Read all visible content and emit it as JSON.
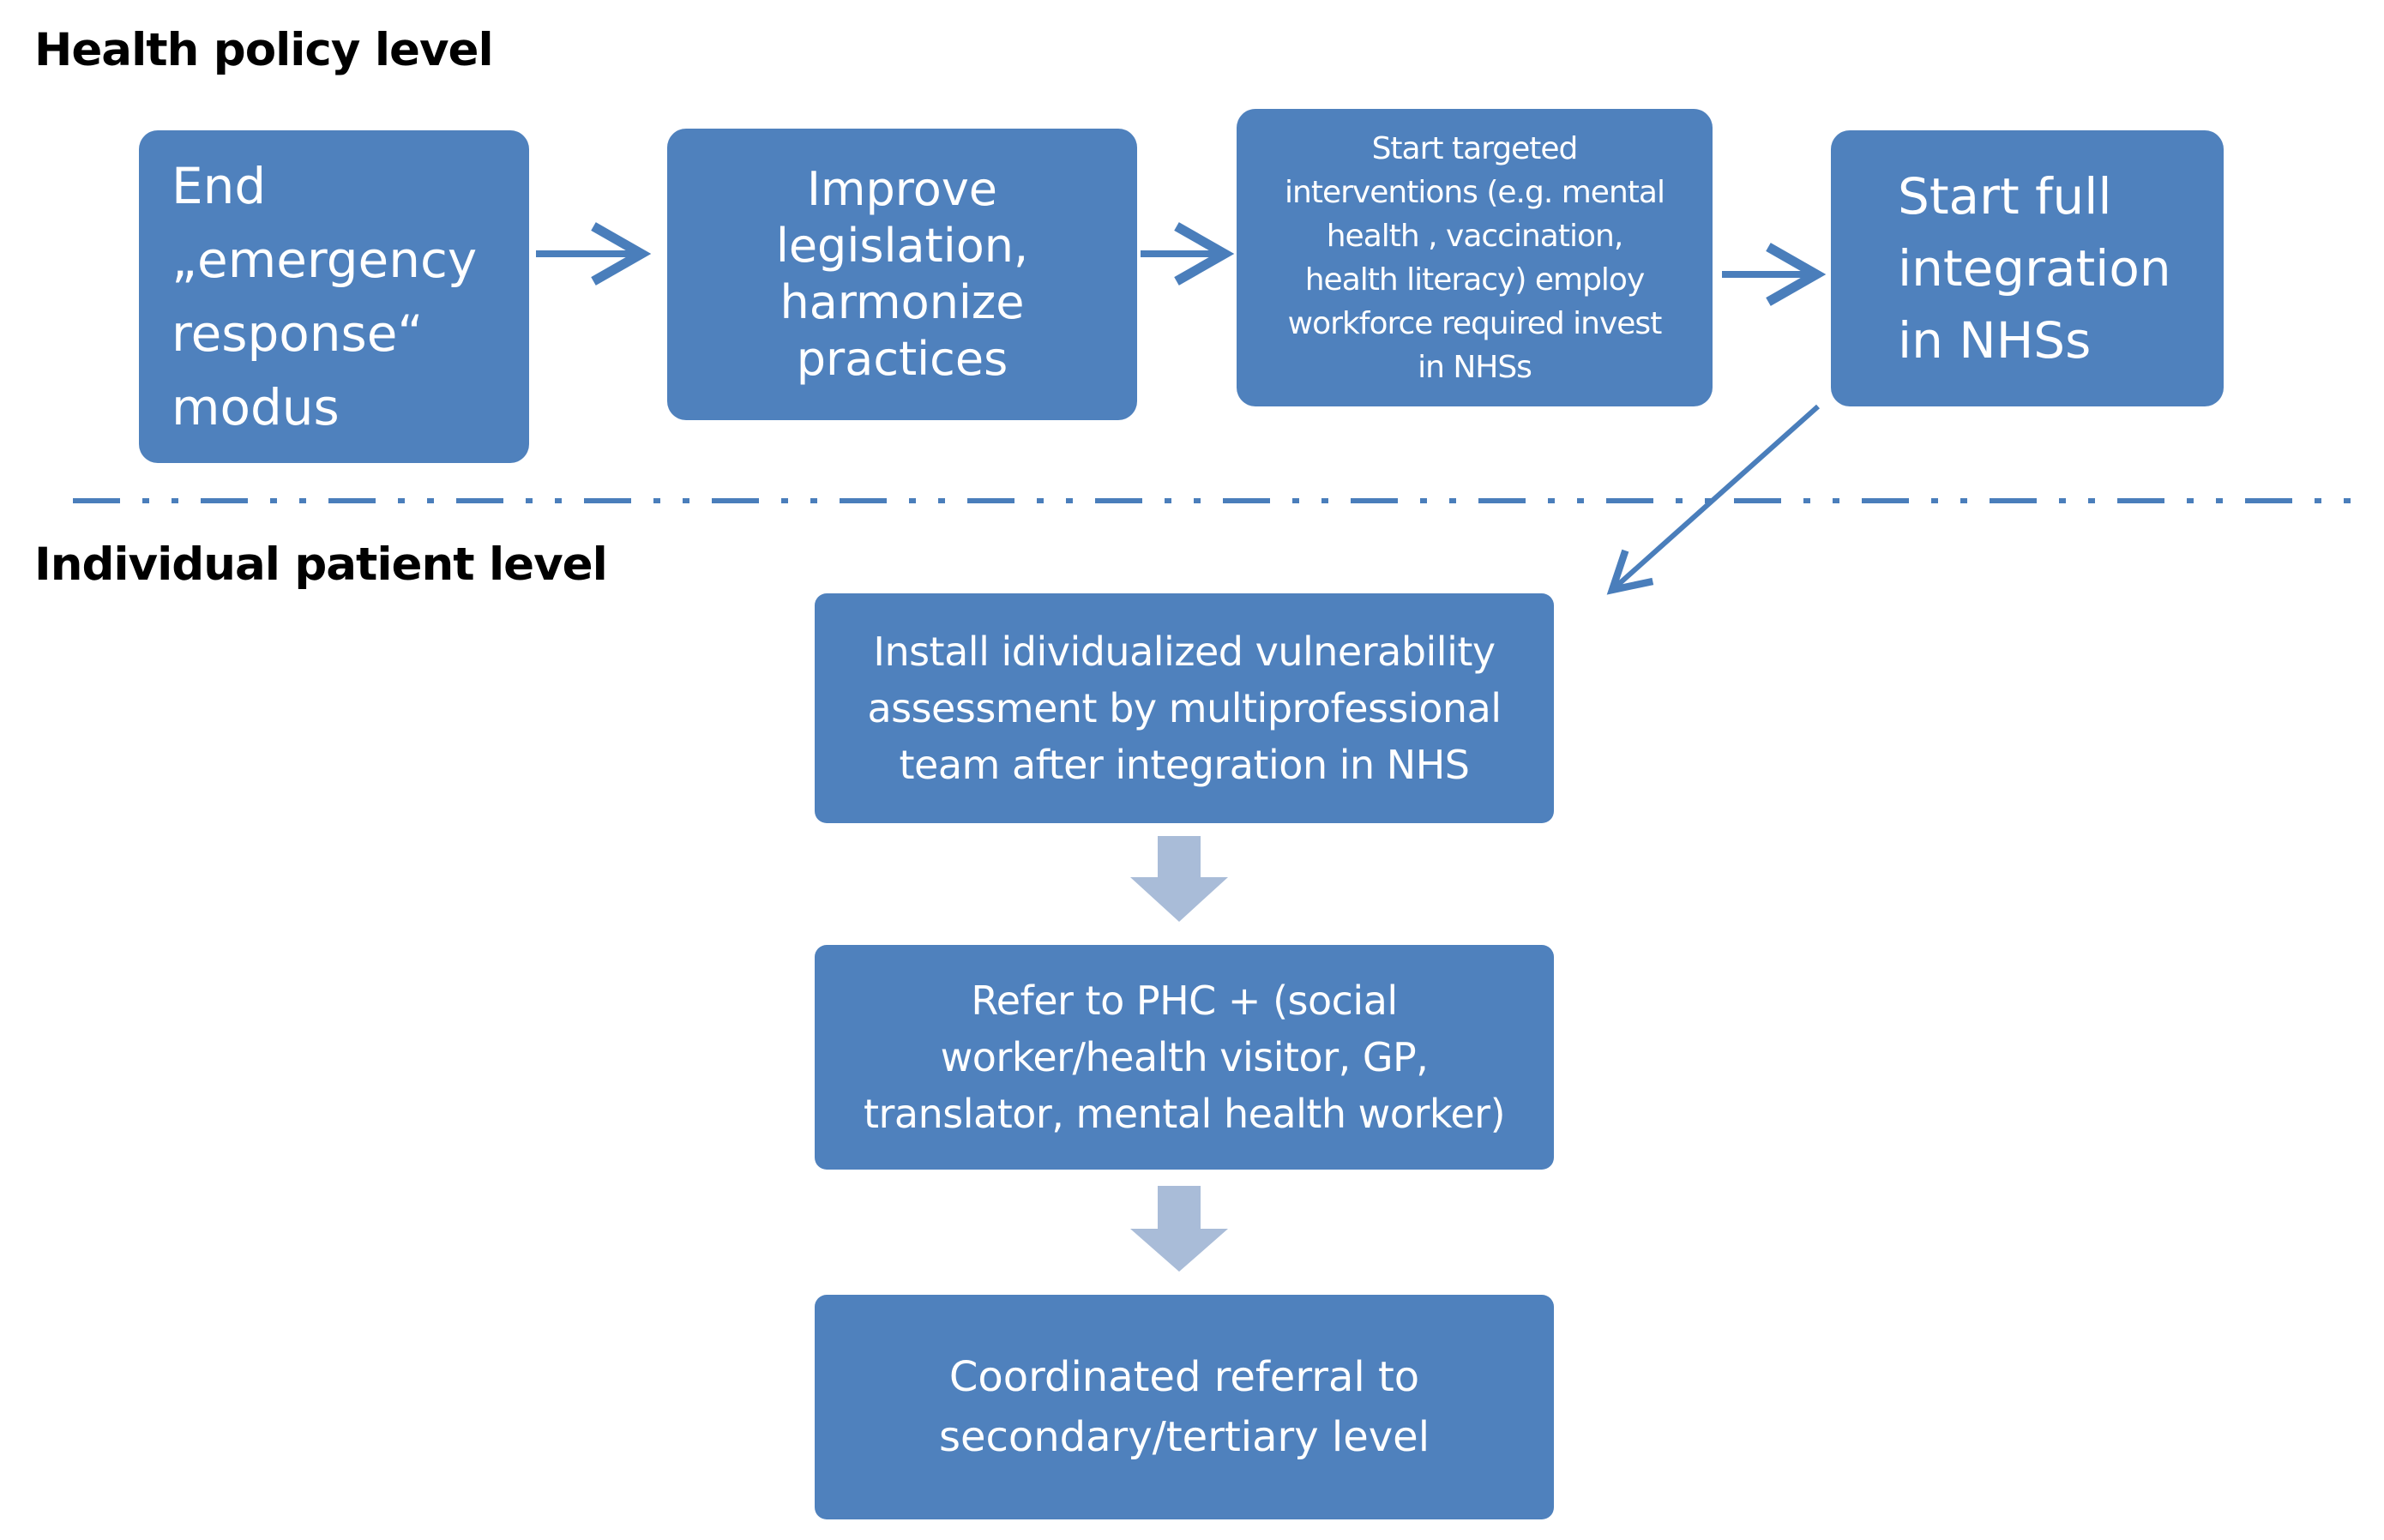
{
  "colors": {
    "box_fill": "#4f81bd",
    "arrow": "#4a7ebb",
    "down_arrow": "#a9bcd8",
    "text_on_box": "#ffffff",
    "heading": "#000000"
  },
  "sections": {
    "policy_title": "Health policy level",
    "patient_title": "Individual patient level"
  },
  "policy_steps": [
    {
      "text": "End\n„emergency\nresponse“\nmodus"
    },
    {
      "text": "Improve\nlegislation,\nharmonize\npractices"
    },
    {
      "text": "Start targeted\ninterventions (e.g. mental\nhealth , vaccination,\nhealth literacy) employ\nworkforce required  invest\nin NHSs"
    },
    {
      "text": "Start full\nintegration\nin NHSs"
    }
  ],
  "patient_steps": [
    {
      "text": "Install idividualized vulnerability\nassessment by multiprofessional\nteam after integration in NHS"
    },
    {
      "text": "Refer to PHC + (social\nworker/health visitor, GP,\ntranslator, mental health worker)"
    },
    {
      "text": "Coordinated referral  to\nsecondary/tertiary level"
    }
  ]
}
